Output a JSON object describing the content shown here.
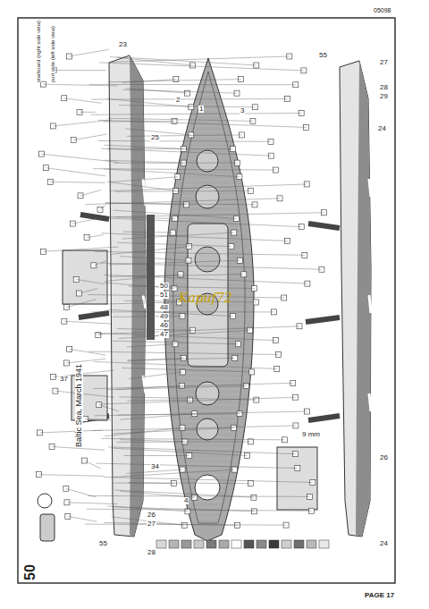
{
  "diagram": {
    "title": "Baltic Sea, March 1941",
    "labels": [
      "05098",
      "PAGE 17",
      "Kapuf72",
      "50",
      "23",
      "25",
      "34",
      "26",
      "27",
      "28",
      "55",
      "55",
      "27",
      "28",
      "29",
      "24",
      "26",
      "24",
      "4",
      "1",
      "2",
      "3",
      "46",
      "47",
      "48",
      "49",
      "50",
      "51",
      "9 mm",
      "starboard (right side view)",
      "port side (left side view)",
      "37"
    ]
  }
}
